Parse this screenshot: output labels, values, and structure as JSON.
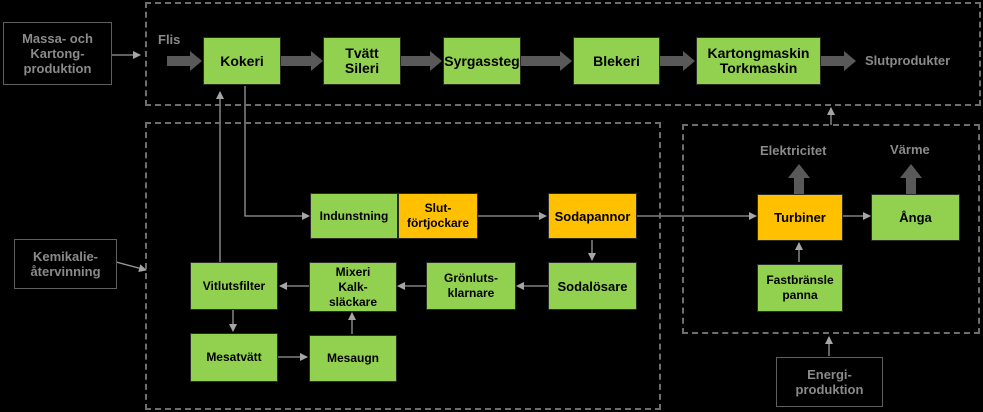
{
  "side_labels": {
    "massa": "Massa- och\nKartong-\nproduktion",
    "kemikalie": "Kemikalie-\nåtervinning",
    "energi": "Energi-\nproduktion"
  },
  "flow_labels": {
    "flis": "Flis",
    "slutprodukter": "Slutprodukter",
    "elektricitet": "Elektricitet",
    "varme": "Värme"
  },
  "nodes": {
    "kokeri": "Kokeri",
    "tvatt": "Tvätt\nSileri",
    "syrgassteg": "Syrgassteg",
    "blekeri": "Blekeri",
    "kartongmaskin": "Kartongmaskin\nTorkmaskin",
    "indunstning": "Indunstning",
    "slutforjockare": "Slut-\nförtjockare",
    "sodapannor": "Sodapannor",
    "sodalosare": "Sodalösare",
    "gronluts": "Grönluts-\nklarnare",
    "mixeri": "Mixeri\nKalk-\nsläckare",
    "vitlutsfilter": "Vitlutsfilter",
    "mesatvatt": "Mesatvätt",
    "mesaugn": "Mesaugn",
    "turbiner": "Turbiner",
    "anga": "Ånga",
    "fastbransle": "Fastbränsle\npanna"
  },
  "colors": {
    "process_green": "#92d050",
    "process_orange": "#ffc000",
    "arrow_gray": "#595959",
    "line_gray": "#9a9a9a",
    "dashed_border": "#6e6e6e"
  }
}
